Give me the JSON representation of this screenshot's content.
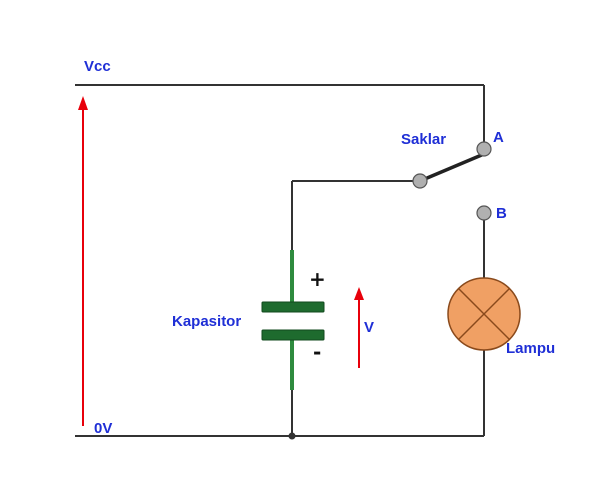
{
  "labels": {
    "vcc": "Vcc",
    "zero_v": "0V",
    "switch": "Saklar",
    "contact_a": "A",
    "contact_b": "B",
    "capacitor": "Kapasitor",
    "voltage": "V",
    "lamp": "Lampu",
    "plus": "+",
    "minus": "-"
  },
  "colors": {
    "wire": "#333333",
    "label": "#1f2fd6",
    "arrow": "#e8000b",
    "capacitor_plate": "#1e6b2e",
    "capacitor_lead": "#2e8b3e",
    "lamp_fill": "#f0a064",
    "lamp_stroke": "#8a4a1c",
    "contact_fill": "#b0b0b0"
  }
}
